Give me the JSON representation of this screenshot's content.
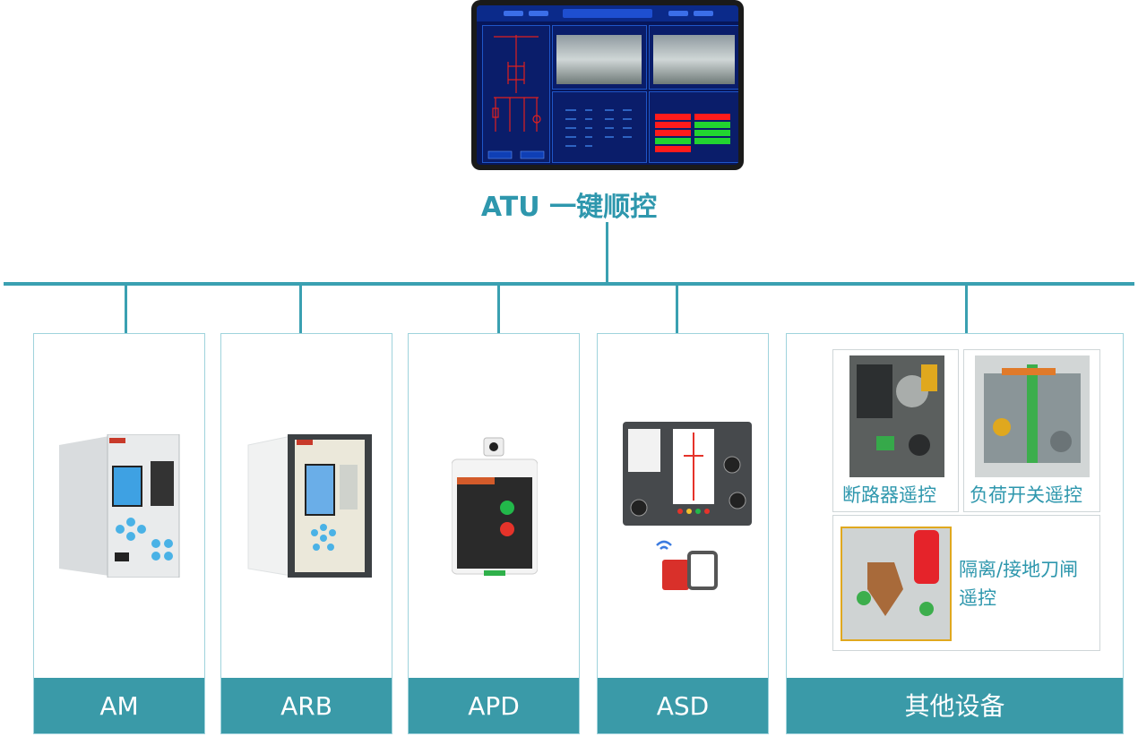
{
  "diagram": {
    "title": "ATU 一键顺控",
    "devices": [
      {
        "label": "AM"
      },
      {
        "label": "ARB"
      },
      {
        "label": "APD"
      },
      {
        "label": "ASD"
      },
      {
        "label": "其他设备"
      }
    ],
    "other_equipment": [
      {
        "label": "断路器遥控"
      },
      {
        "label": "负荷开关遥控"
      },
      {
        "label": "隔离/接地刀闸\n遥控"
      }
    ]
  },
  "colors": {
    "accent": "#3a9aa8",
    "title": "#2e97ad",
    "card_border": "#9fd3dc"
  }
}
